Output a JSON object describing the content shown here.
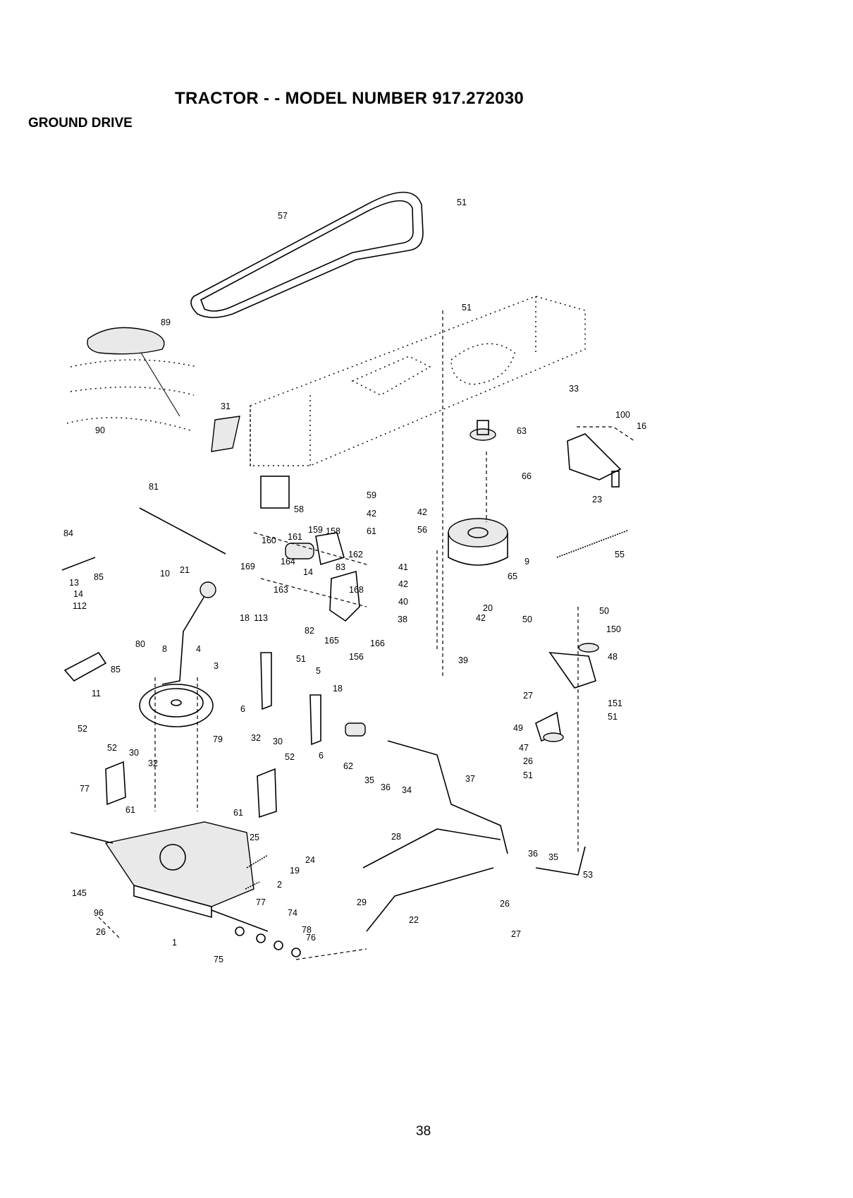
{
  "header": {
    "title": "TRACTOR - - MODEL NUMBER 917.272030",
    "subtitle": "GROUND DRIVE"
  },
  "page_number": "38",
  "callouts": [
    "57",
    "51",
    "51",
    "89",
    "31",
    "90",
    "33",
    "100",
    "16",
    "63",
    "66",
    "23",
    "81",
    "58",
    "59",
    "42",
    "42",
    "56",
    "61",
    "84",
    "160",
    "161",
    "159",
    "158",
    "162",
    "55",
    "9",
    "21",
    "169",
    "164",
    "14",
    "83",
    "10",
    "41",
    "65",
    "85",
    "163",
    "168",
    "13",
    "42",
    "14",
    "40",
    "20",
    "112",
    "80",
    "18",
    "113",
    "82",
    "165",
    "38",
    "42",
    "50",
    "50",
    "150",
    "166",
    "156",
    "39",
    "48",
    "4",
    "8",
    "3",
    "51",
    "5",
    "85",
    "11",
    "18",
    "27",
    "151",
    "6",
    "51",
    "52",
    "79",
    "32",
    "30",
    "49",
    "52",
    "30",
    "52",
    "32",
    "6",
    "62",
    "47",
    "26",
    "35",
    "36",
    "77",
    "34",
    "51",
    "37",
    "61",
    "61",
    "25",
    "28",
    "24",
    "19",
    "36",
    "35",
    "53",
    "145",
    "2",
    "29",
    "77",
    "26",
    "22",
    "96",
    "74",
    "78",
    "76",
    "1",
    "27",
    "26",
    "75"
  ],
  "colors": {
    "ink": "#000000",
    "paper": "#ffffff"
  }
}
